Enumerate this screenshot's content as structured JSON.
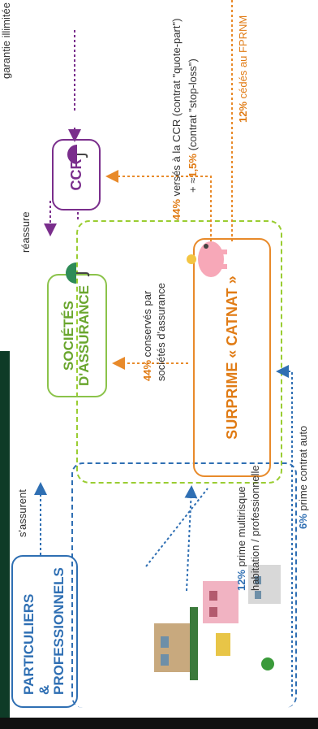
{
  "nodes": {
    "particuliers": "PARTICULIERS\n& PROFESSIONNELS",
    "societes": "SOCIÉTÉS\nD'ASSURANCE",
    "surprime": "SURPRIME « CATNAT »",
    "ccr": "CCR"
  },
  "labels": {
    "s_assurent": "s'assurent",
    "reassure": "réassure",
    "garantie": "garantie illimitée",
    "prime_multirisque_pct": "12%",
    "prime_multirisque": " prime multirisque\nhabitation / professionnelle",
    "prime_auto_pct": "6%",
    "prime_auto": " prime contrat auto",
    "conserves_pct": "44%",
    "conserves": " conservés par\nsociétés d'assurance",
    "verses_pct": "44%",
    "verses_1": " versés à la CCR (contrat \"quote-part\")",
    "verses_2a": "+ ≈",
    "verses_pct2": "1,5%",
    "verses_2b": " (contrat \"stop-loss\")",
    "fprnm_pct": "12%",
    "fprnm": " cédés au FPRNM"
  },
  "colors": {
    "blue": "#2f6fb3",
    "green": "#8bc34a",
    "orange": "#e88a2a",
    "purple": "#7a2e8c",
    "dark_green_band": "#0e3b27"
  }
}
